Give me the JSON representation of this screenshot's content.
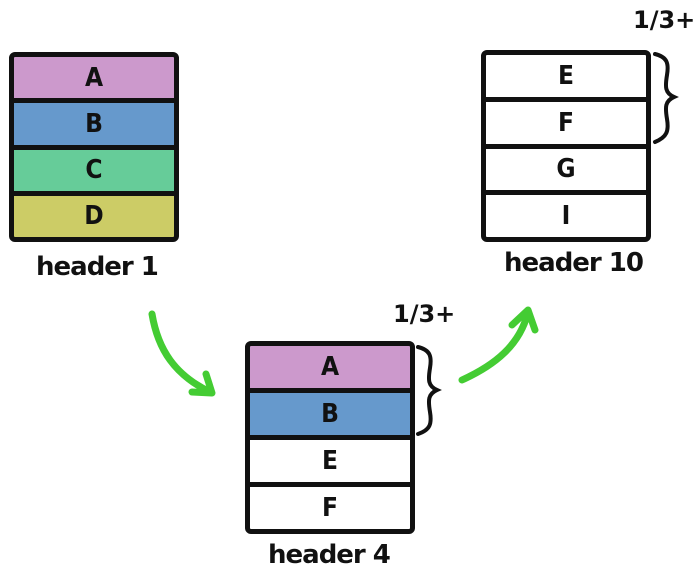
{
  "colors": {
    "purple": "#cc99cc",
    "blue": "#6699cc",
    "green": "#66cc99",
    "olive": "#cccc66",
    "white": "#ffffff",
    "outline": "#111111",
    "arrow": "#44cc33"
  },
  "stacks": [
    {
      "caption": "header 1",
      "cells": [
        {
          "label": "A",
          "color": "#cc99cc"
        },
        {
          "label": "B",
          "color": "#6699cc"
        },
        {
          "label": "C",
          "color": "#66cc99"
        },
        {
          "label": "D",
          "color": "#cccc66"
        }
      ]
    },
    {
      "caption": "header 4",
      "note": "1/3+",
      "cells": [
        {
          "label": "A",
          "color": "#cc99cc"
        },
        {
          "label": "B",
          "color": "#6699cc"
        },
        {
          "label": "E",
          "color": "#ffffff"
        },
        {
          "label": "F",
          "color": "#ffffff"
        }
      ]
    },
    {
      "caption": "header 10",
      "note": "1/3+",
      "cells": [
        {
          "label": "E",
          "color": "#ffffff"
        },
        {
          "label": "F",
          "color": "#ffffff"
        },
        {
          "label": "G",
          "color": "#ffffff"
        },
        {
          "label": "I",
          "color": "#ffffff"
        }
      ]
    }
  ],
  "icons": {
    "arrows": "curved-arrow",
    "brace": "right-curly-brace"
  }
}
